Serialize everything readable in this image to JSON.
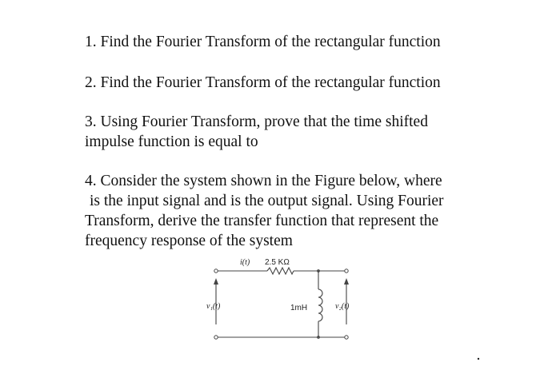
{
  "questions": [
    {
      "lines": [
        "1. Find the Fourier Transform of the rectangular function"
      ]
    },
    {
      "lines": [
        "2. Find the Fourier Transform of the rectangular function"
      ]
    },
    {
      "lines": [
        "3. Using Fourier Transform, prove that the time shifted",
        "impulse function  is equal to"
      ]
    },
    {
      "lines": [
        "4. Consider the system shown in the Figure below, where",
        "is the input signal and is the output signal. Using Fourier",
        "Transform, derive the transfer function that represent the",
        "frequency response of the system"
      ]
    }
  ],
  "circuit": {
    "current_label": "i(t)",
    "resistor_label": "2.5 KΩ",
    "inductor_label": "1mH",
    "input_label": "v₁(t)",
    "output_label": "v₂(t)"
  }
}
